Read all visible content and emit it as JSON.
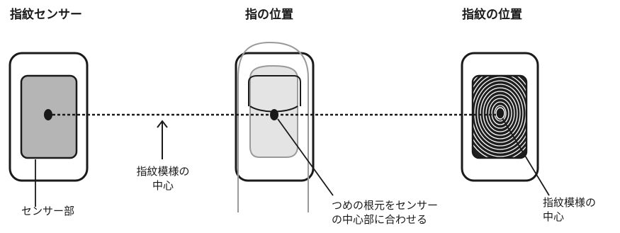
{
  "titles": {
    "sensor": "指紋センサー",
    "finger_position": "指の位置",
    "fingerprint_position": "指紋の位置"
  },
  "labels": {
    "sensor_part": "センサー部",
    "pattern_center_mid_line1": "指紋模様の",
    "pattern_center_mid_line2": "中心",
    "nail_base_line1": "つめの根元をセンサー",
    "nail_base_line2": "の中心部に合わせる",
    "pattern_center_right_line1": "指紋模様の",
    "pattern_center_right_line2": "中心"
  },
  "colors": {
    "outline": "#1a1a1a",
    "sensor_fill": "#b5b5b5",
    "finger_outline": "#9a9a9a",
    "nail_fill": "#e4e4e4"
  }
}
